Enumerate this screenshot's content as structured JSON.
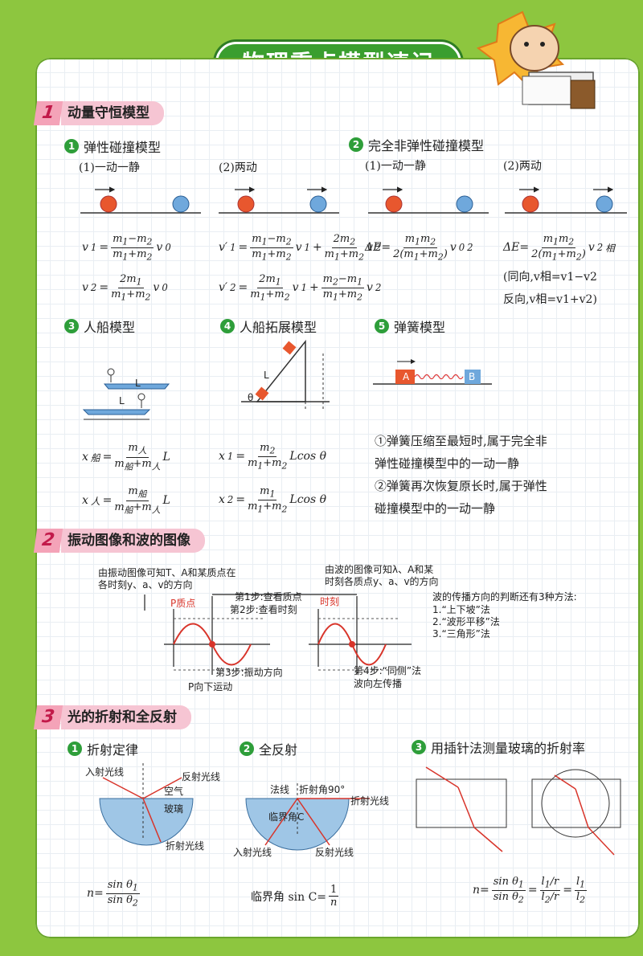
{
  "title": "物理重点模型速记",
  "sections": [
    {
      "num": "1",
      "title": "动量守恒模型"
    },
    {
      "num": "2",
      "title": "振动图像和波的图像"
    },
    {
      "num": "3",
      "title": "光的折射和全反射"
    }
  ],
  "s1": {
    "m1": "弹性碰撞模型",
    "m2": "完全非弹性碰撞模型",
    "m3": "人船模型",
    "m4": "人船拓展模型",
    "m5": "弹簧模型",
    "case1": "(1)一动一静",
    "case2": "(2)两动",
    "same_dir": "(同向,v相=v1−v2",
    "opp_dir": "反向,v相=v1+v2)",
    "spring1a": "①弹簧压缩至最短时,属于完全非",
    "spring1b": "弹性碰撞模型中的一动一静",
    "spring2a": "②弹簧再次恢复原长时,属于弹性",
    "spring2b": "碰撞模型中的一动一静",
    "block_a": "A",
    "block_b": "B",
    "L": "L",
    "theta": "θ"
  },
  "s2": {
    "left_note1": "由振动图像可知T、A和某质点在",
    "left_note2": "各时刻y、a、v的方向",
    "right_note1": "由波的图像可知λ、A和某",
    "right_note2": "时刻各质点y、a、v的方向",
    "step1": "第1步:查看质点",
    "step2": "第2步:查看时刻",
    "step3": "第3步:振动方向",
    "step3b": "P向下运动",
    "step4": "第4步:“同侧”法",
    "step4b": "波向左传播",
    "p_point": "P质点",
    "t_moment": "时刻",
    "methods_title": "波的传播方向的判断还有3种方法:",
    "methods": [
      "1.“上下坡”法",
      "2.“波形平移”法",
      "3.“三角形”法"
    ]
  },
  "s3": {
    "m1": "折射定律",
    "m2": "全反射",
    "m3": "用插针法测量玻璃的折射率",
    "incident": "入射光线",
    "reflected": "反射光线",
    "air": "空气",
    "glass": "玻璃",
    "refracted": "折射光线",
    "normal": "法线",
    "angle90": "折射角90°",
    "critical": "临界角C",
    "critical_eq": "临界角 sin C=",
    "refract_out": "折射光线"
  }
}
